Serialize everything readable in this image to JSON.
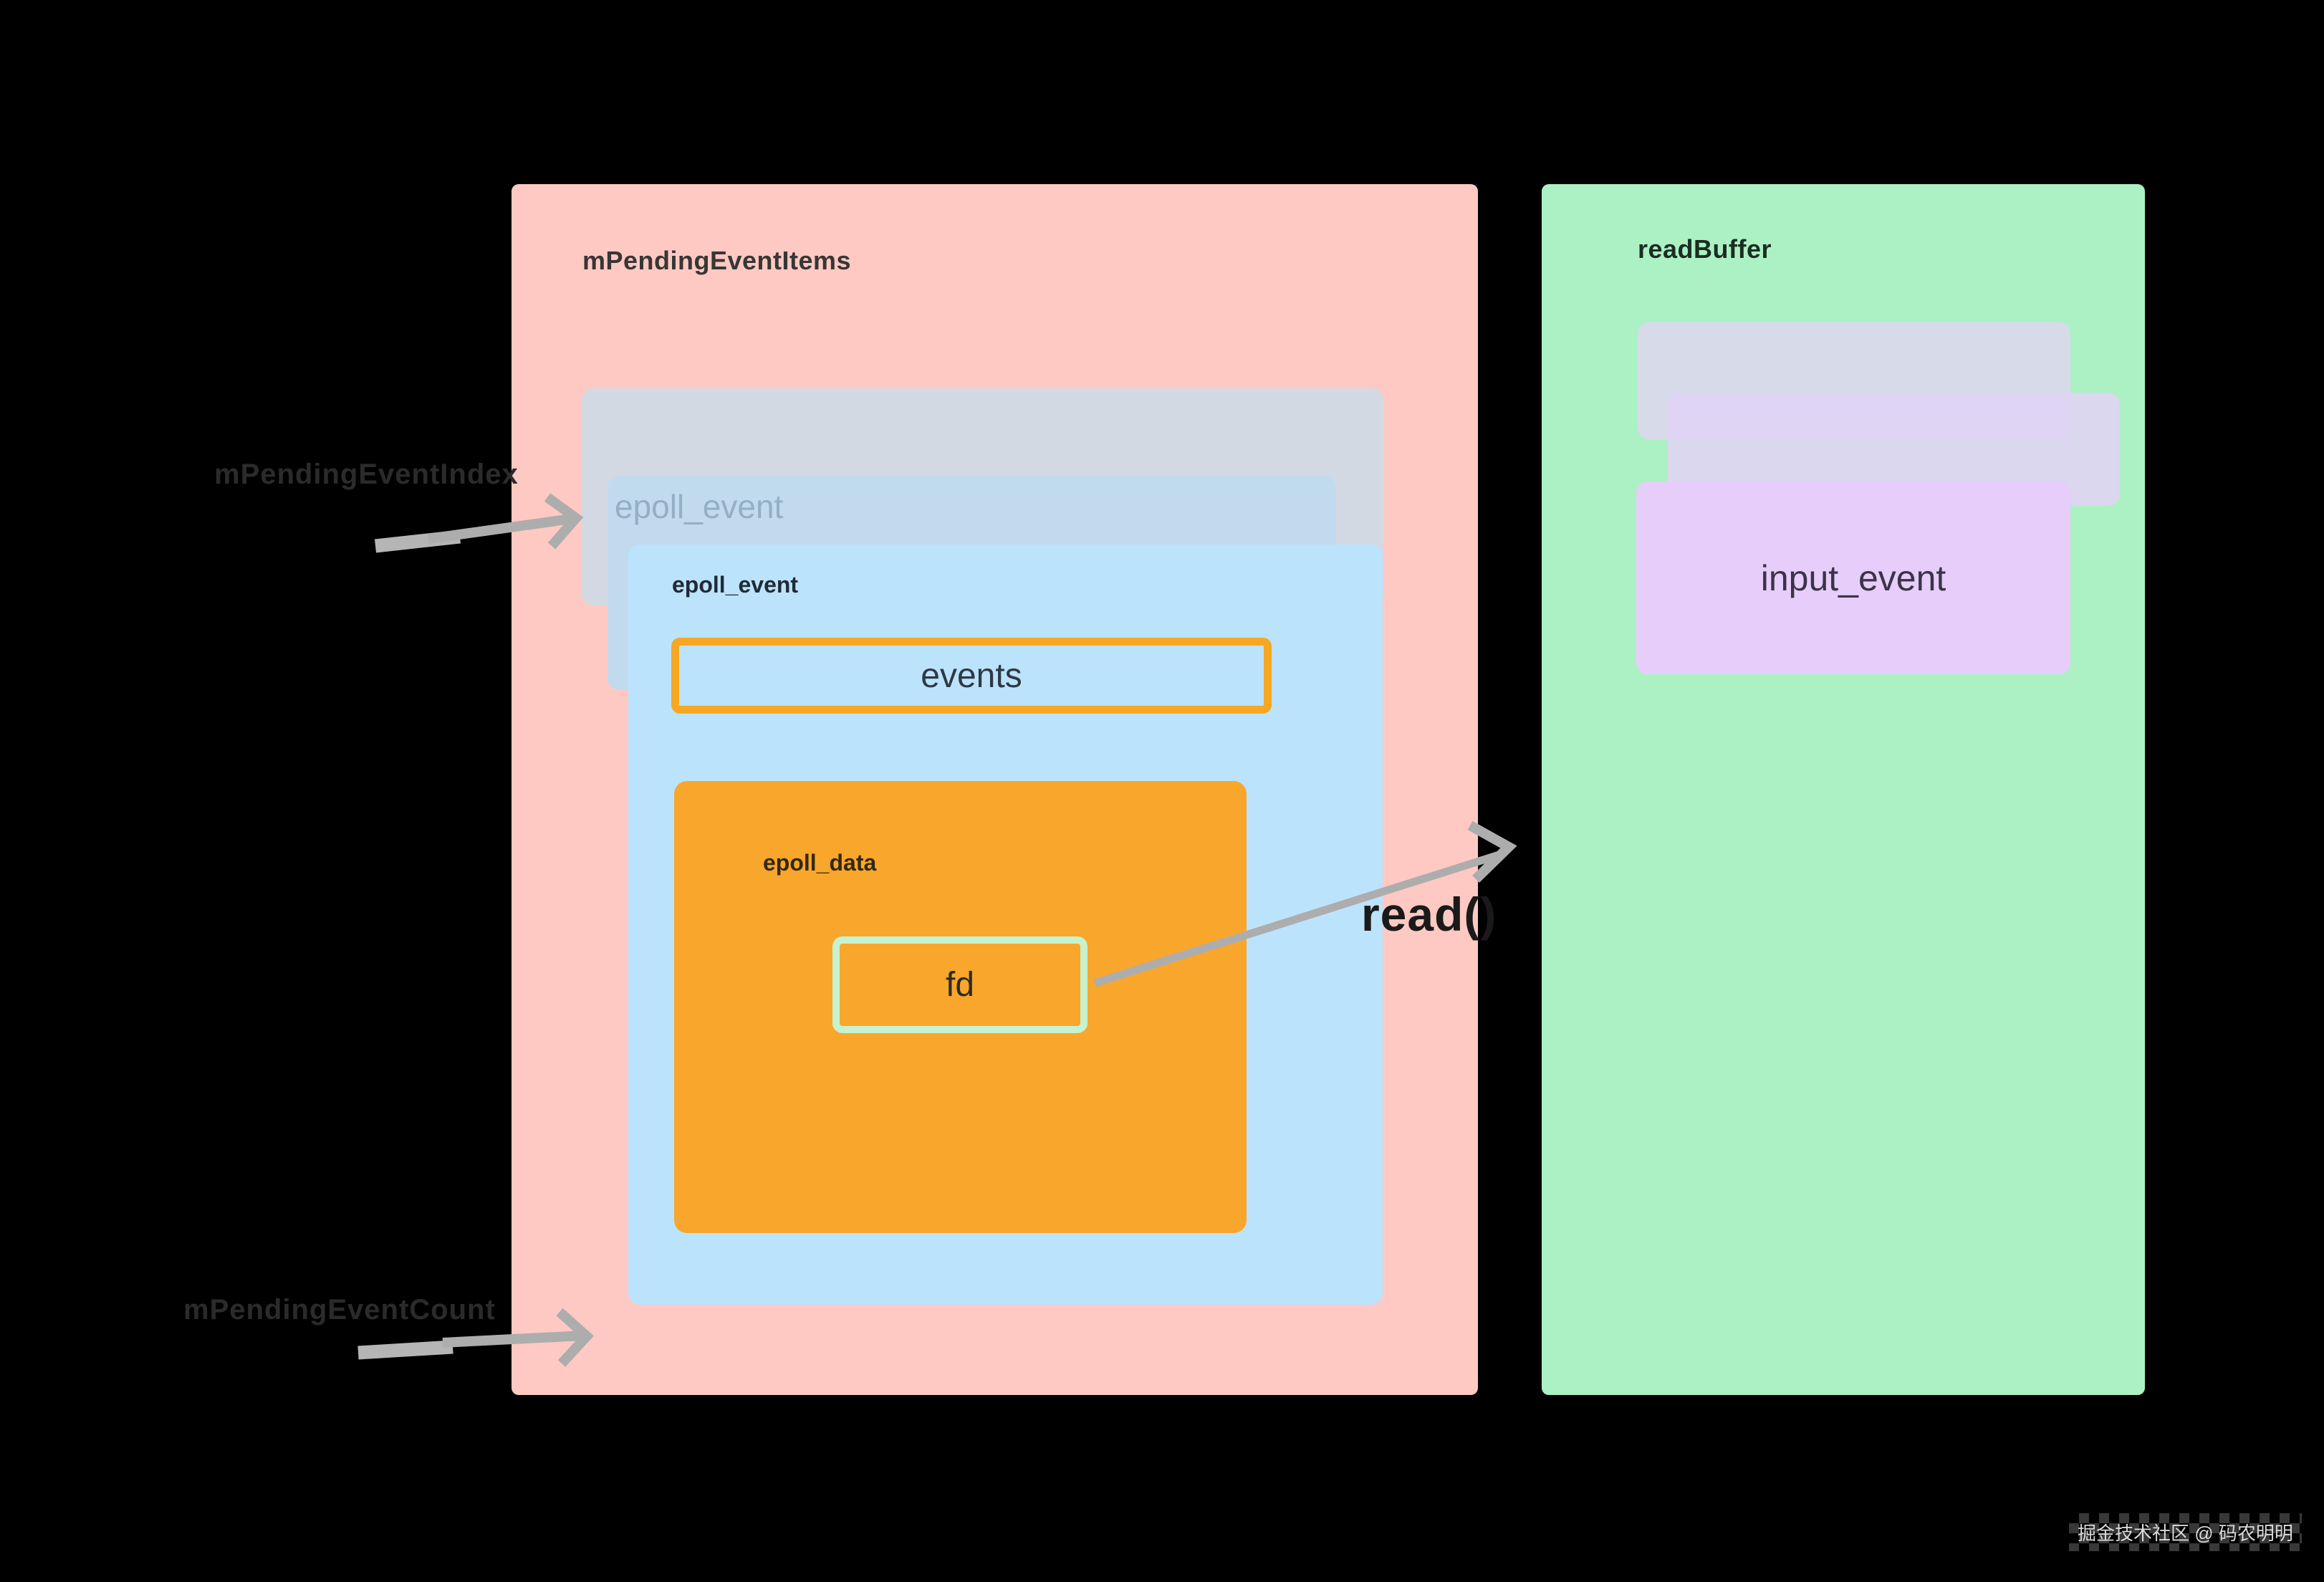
{
  "pending_panel": {
    "title": "mPendingEventItems",
    "middle_card_label": "epoll_event",
    "front_card_label": "epoll_event",
    "events_box_label": "events",
    "epoll_data_label": "epoll_data",
    "fd_label": "fd"
  },
  "read_buffer_panel": {
    "title": "readBuffer",
    "input_event_label": "input_event"
  },
  "annotations": {
    "pending_index_label": "mPendingEventIndex",
    "pending_count_label": "mPendingEventCount",
    "read_call_label": "read()"
  },
  "watermark": "掘金技术社区 @ 码农明明",
  "colors": {
    "bg": "#000000",
    "pink": "#FFC9C3",
    "blue-card": "#BCE3FC",
    "gray-card": "#D3D9E3",
    "mid-card": "#C2DAEE",
    "orange": "#F9A62C",
    "orange-border": "#F6A723",
    "mint-border": "#C6F2D0",
    "green": "#ABF1C4",
    "lavender-card": "#D6DAE9",
    "lilac-card": "#E2D2F6",
    "purple-card": "#E7CDFA",
    "arrow": "#ADADAD",
    "ink-dark": "#2B2B2B",
    "faded-label": "#93AFC6"
  }
}
